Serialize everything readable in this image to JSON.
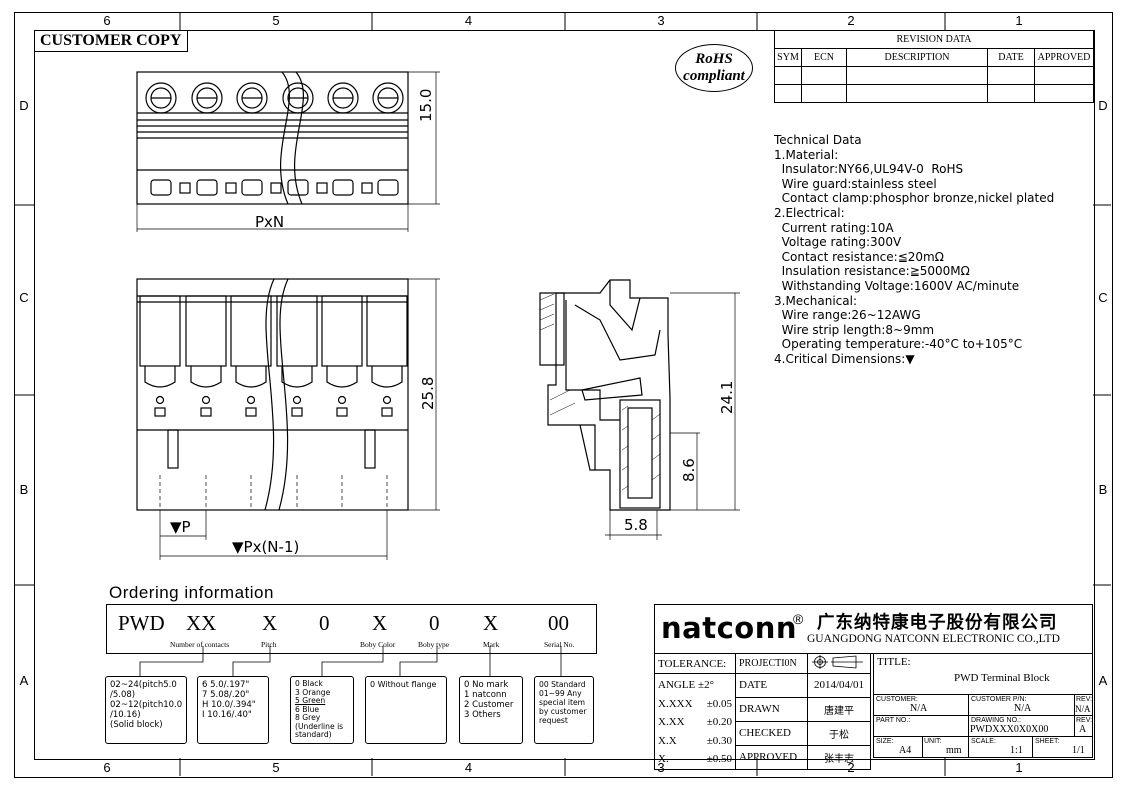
{
  "zones": {
    "top_numbers": [
      "6",
      "5",
      "4",
      "3",
      "2",
      "1"
    ],
    "side_letters": [
      "D",
      "C",
      "B",
      "A"
    ]
  },
  "customer_copy": "CUSTOMER COPY",
  "rohs": {
    "line1": "RoHS",
    "line2": "compliant"
  },
  "revision": {
    "title": "REVISION DATA",
    "headers": [
      "SYM",
      "ECN",
      "DESCRIPTION",
      "DATE",
      "APPROVED"
    ]
  },
  "tech_data": [
    "Technical Data",
    "1.Material:",
    "  Insulator:NY66,UL94V-0  RoHS",
    "  Wire guard:stainless steel",
    "  Contact clamp:phosphor bronze,nickel plated",
    "2.Electrical:",
    "  Current rating:10A",
    "  Voltage rating:300V",
    "  Contact resistance:≦20mΩ",
    "  Insulation resistance:≧5000MΩ",
    "  Withstanding Voltage:1600V AC/minute",
    "3.Mechanical:",
    "  Wire range:26~12AWG",
    "  Wire strip length:8~9mm",
    "  Operating temperature:-40°C to+105°C",
    "4.Critical Dimensions:▼"
  ],
  "dimensions": {
    "top_height": "15.0",
    "pxn": "PxN",
    "front_height": "25.8",
    "p": "▼P",
    "pxn1": "▼Px(N-1)",
    "side_height": "24.1",
    "side_pin": "8.6",
    "side_width": "5.8"
  },
  "ordering": {
    "title": "Ordering information",
    "codes": [
      "PWD",
      "XX",
      "X",
      "0",
      "X",
      "0",
      "X",
      "00"
    ],
    "labels": [
      "Number of contacts",
      "Pitch",
      "Boby Color",
      "Boby type",
      "Mark",
      "Serial No."
    ],
    "boxes": [
      [
        "02~24(pitch5.0",
        "/5.08)",
        "02~12(pitch10.0",
        "/10.16)",
        "(Solid block)"
      ],
      [
        "6  5.0/.197\"",
        "7  5.08/.20\"",
        "H  10.0/.394\"",
        "I  10.16/.40\""
      ],
      [
        "0 Black",
        "3 Orange",
        "5 Green",
        "6 Blue",
        "8 Grey",
        "(Underline is",
        "standard)"
      ],
      [
        "0  Without flange"
      ],
      [
        "0  No mark",
        "1  natconn",
        "2  Customer",
        "3  Others"
      ],
      [
        "00 Standard",
        "01~99 Any",
        "special item",
        "by customer",
        "request"
      ]
    ]
  },
  "title_block": {
    "brand": "natconn",
    "reg": "®",
    "company_cn": "广东纳特康电子股份有限公司",
    "company_en": "GUANGDONG NATCONN ELECTRONIC CO.,LTD",
    "tolerance_label": "TOLERANCE:",
    "tolerances": [
      {
        "k": "ANGLE",
        "v": "±2°"
      },
      {
        "k": "X.XXX",
        "v": "±0.05"
      },
      {
        "k": "X.XX",
        "v": "±0.20"
      },
      {
        "k": "X.X",
        "v": "±0.30"
      },
      {
        "k": "X.",
        "v": "±0.50"
      }
    ],
    "projection": "PROJECTI0N",
    "date_label": "DATE",
    "date": "2014/04/01",
    "drawn_label": "DRAWN",
    "drawn": "唐建平",
    "checked_label": "CHECKED",
    "checked": "于松",
    "approved_label": "APPROVED",
    "approved": "张丰志",
    "title_label": "TITLE:",
    "title": "PWD  Terminal Block",
    "customer_label": "CUSTOMER:",
    "customer": "N/A",
    "customer_pn_label": "CUSTOMER P/N:",
    "customer_pn": "N/A",
    "rev_label": "REV:",
    "rev1": "N/A",
    "part_no_label": "PART NO.:",
    "drawing_no_label": "DRAWING NO.:",
    "drawing_no": "PWDXXX0X0X00",
    "rev2": "A",
    "size_label": "SIZE:",
    "size": "A4",
    "unit_label": "UNIT:",
    "unit": "mm",
    "scale_label": "SCALE:",
    "scale": "1:1",
    "sheet_label": "SHEET:",
    "sheet": "1/1"
  }
}
